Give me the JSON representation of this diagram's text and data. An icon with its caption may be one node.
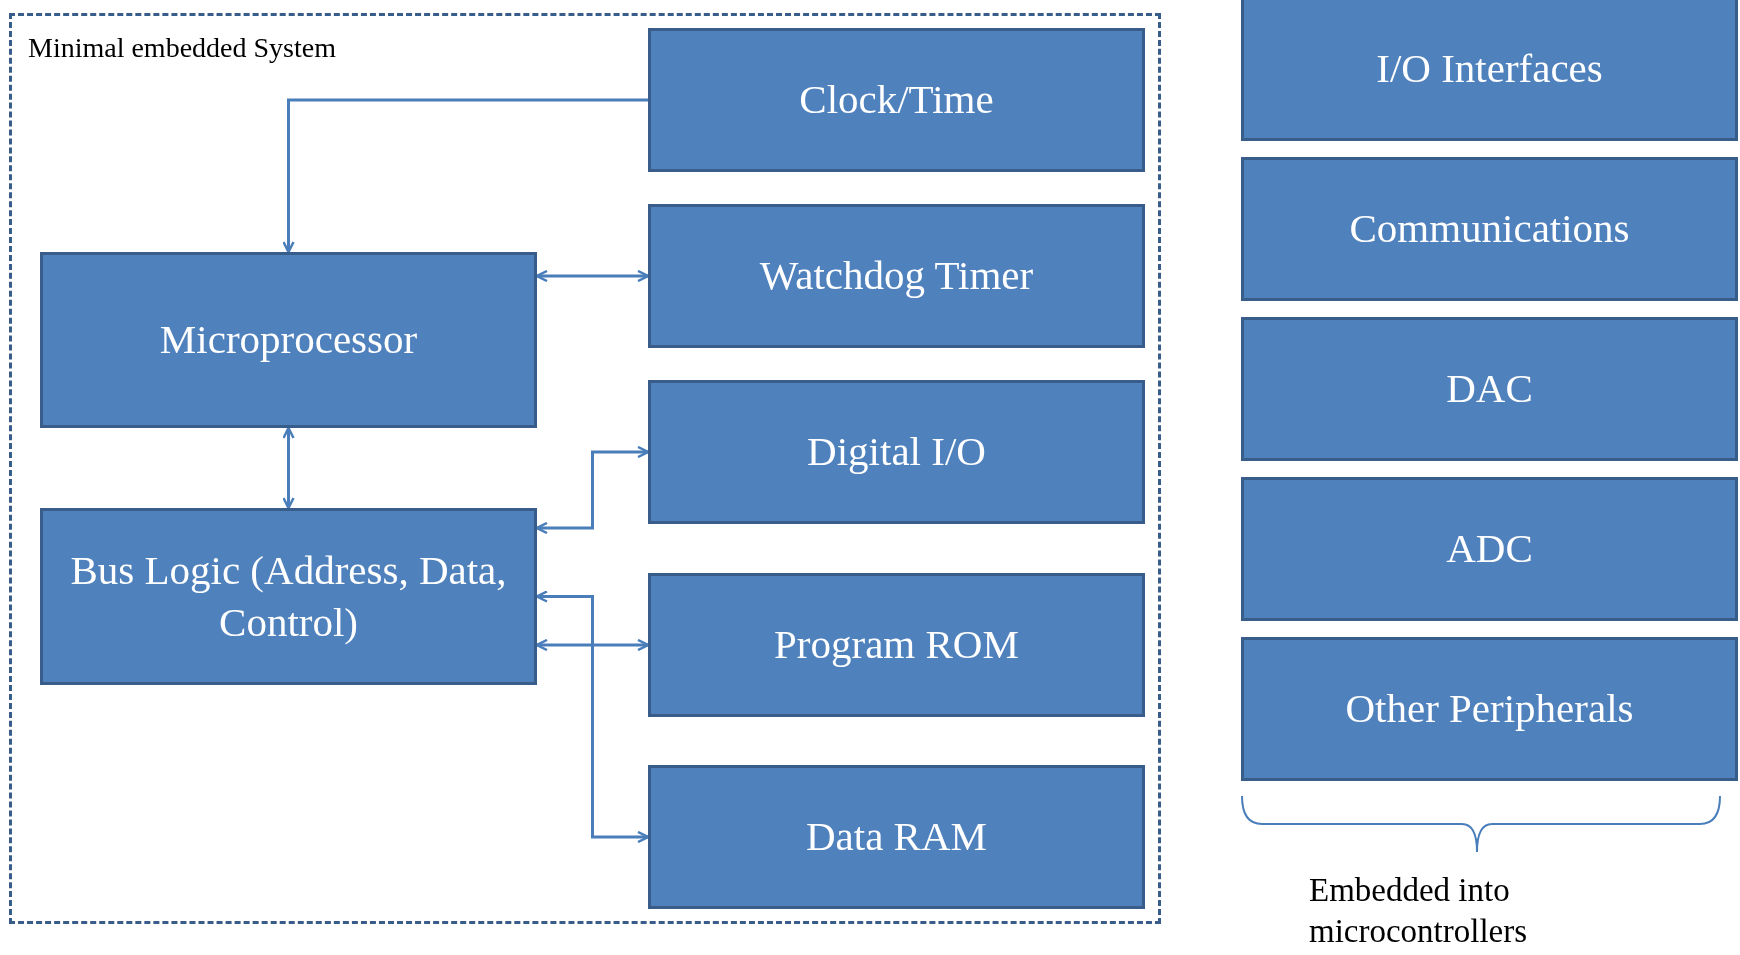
{
  "diagram": {
    "nodes": [
      {
        "text": [
          "Minimal embedded System"
        ]
      },
      {
        "text": [
          "Clock/Time"
        ],
        "in": 0
      },
      {
        "text": [
          "Microprocessor"
        ],
        "in": 0
      },
      {
        "text": [
          "Watchdog Timer"
        ],
        "in": 0
      },
      {
        "text": [
          "Bus Logic (Address, Data, Control)"
        ],
        "in": 0
      },
      {
        "text": [
          "Digital I/O"
        ],
        "in": 0
      },
      {
        "text": [
          "Program ROM"
        ],
        "in": 0
      },
      {
        "text": [
          "Data RAM"
        ],
        "in": 0
      },
      {
        "text": [
          "I/O Interfaces"
        ]
      },
      {
        "text": [
          "Communications"
        ]
      },
      {
        "text": [
          "DAC"
        ]
      },
      {
        "text": [
          "ADC"
        ]
      },
      {
        "text": [
          "Other Peripherals"
        ]
      }
    ],
    "edges": [
      {
        "from": 1,
        "to": 2,
        "arrow": "to"
      },
      {
        "from": 2,
        "to": 3,
        "arrow": "both"
      },
      {
        "from": 2,
        "to": 4,
        "arrow": "both"
      },
      {
        "from": 4,
        "to": 5,
        "arrow": "both"
      },
      {
        "from": 4,
        "to": 6,
        "arrow": "both"
      },
      {
        "from": 4,
        "to": 7,
        "arrow": "both"
      }
    ],
    "labels": [
      "Embedded into microcontrollers"
    ]
  }
}
